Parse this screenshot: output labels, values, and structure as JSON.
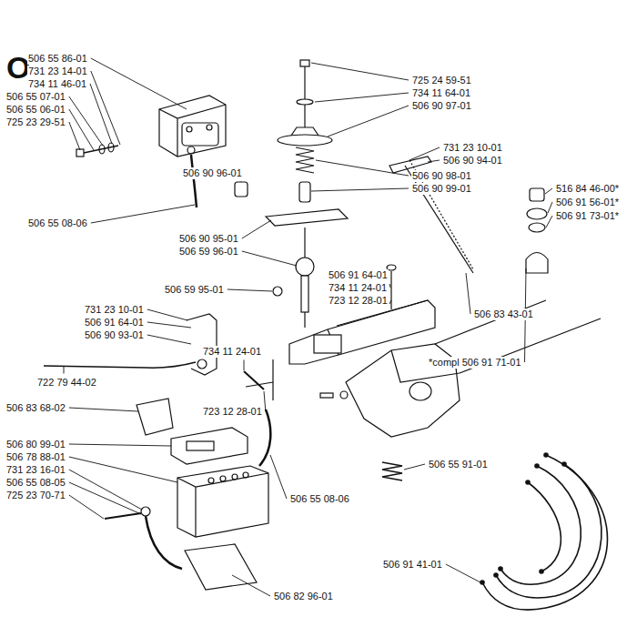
{
  "diagram": {
    "labels": [
      "O",
      "506 55 86-01",
      "731 23 14-01",
      "734 11 46-01",
      "506 55 07-01",
      "506 55 06-01",
      "725 23 29-51",
      "506 55 08-06",
      "725 24 59-51",
      "734 11 64-01",
      "506 90 97-01",
      "506 90 96-01",
      "506 90 98-01",
      "506 90 99-01",
      "731 23 10-01",
      "506 90 94-01",
      "516 84 46-00*",
      "506 91 56-01*",
      "506 91 73-01*",
      "506 90 95-01",
      "506 59 96-01",
      "506 91 64-01",
      "734 11 24-01",
      "723 12 28-01",
      "506 59 95-01",
      "506 83 43-01",
      "731 23 10-01",
      "506 91 64-01",
      "506 90 93-01",
      "734 11 24-01",
      "722 79 44-02",
      "723 12 28-01",
      "*compl 506 91 71-01",
      "506 55 91-01",
      "506 83 68-02",
      "506 80 99-01",
      "506 78 88-01",
      "731 23 16-01",
      "506 55 08-05",
      "725 23 70-71",
      "506 55 08-06",
      "506 82 96-01",
      "506 91 41-01"
    ]
  }
}
